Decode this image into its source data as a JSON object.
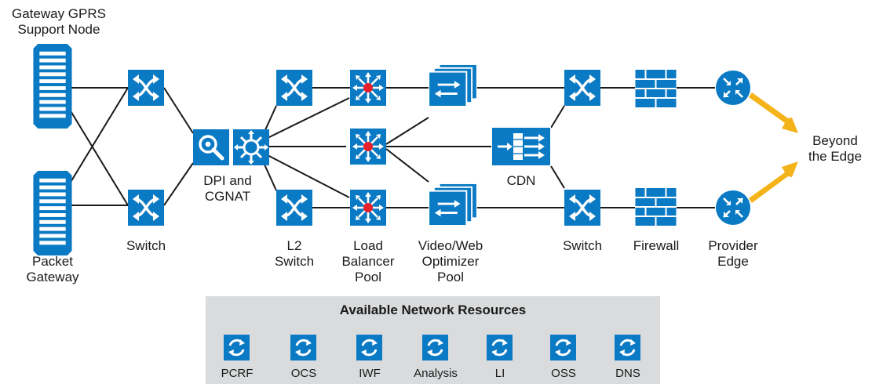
{
  "labels": {
    "ggsn": "Gateway GPRS\nSupport Node",
    "packet_gateway": "Packet\nGateway",
    "switch_left": "Switch",
    "dpi": "DPI and\nCGNAT",
    "l2_switch": "L2\nSwitch",
    "load_balancer": "Load\nBalancer\nPool",
    "video_optimizer": "Video/Web\nOptimizer\nPool",
    "cdn": "CDN",
    "switch_right": "Switch",
    "firewall": "Firewall",
    "provider_edge": "Provider\nEdge",
    "beyond": "Beyond\nthe Edge"
  },
  "resources": {
    "title": "Available Network Resources",
    "items": [
      "PCRF",
      "OCS",
      "IWF",
      "Analysis",
      "LI",
      "OSS",
      "DNS"
    ]
  },
  "colors": {
    "device_blue": "#0a7ac4",
    "accent_red": "#e8202a",
    "arrow_yellow": "#f5b31a",
    "panel_gray": "#d9dbdd"
  },
  "icons": [
    "server-icon",
    "switch-icon",
    "magnifier-icon",
    "gear-hub-icon",
    "load-balancer-icon",
    "optimizer-stack-icon",
    "cdn-icon",
    "firewall-icon",
    "router-icon",
    "refresh-icon"
  ]
}
